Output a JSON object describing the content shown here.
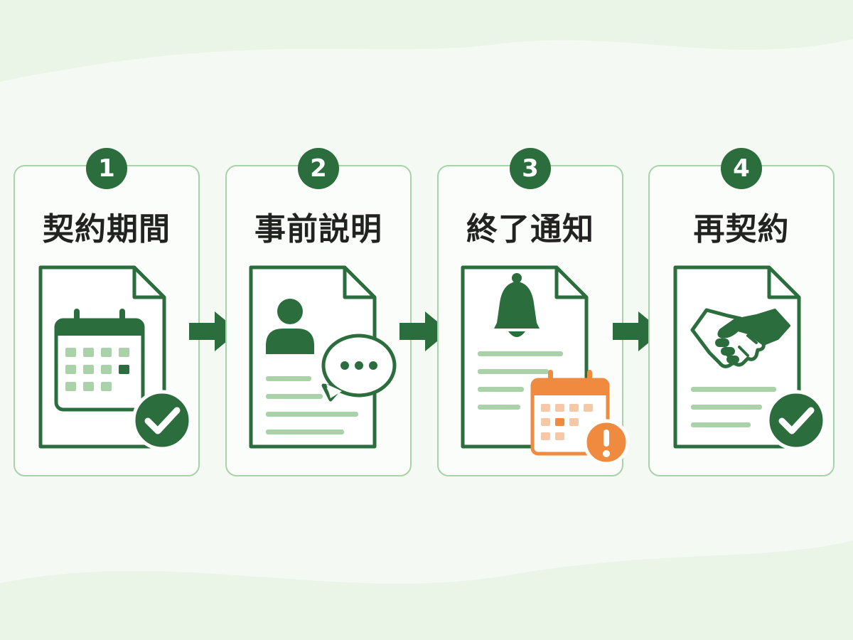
{
  "colors": {
    "primary": "#2b6d3c",
    "light": "#a9d2a9",
    "card_border": "#a8d2a8",
    "accent": "#ef8a3f",
    "accent_light": "#f7c8a6",
    "background": "#f4faf3"
  },
  "steps": [
    {
      "number": "1",
      "title": "契約期間",
      "icon": "calendar-check-document-icon"
    },
    {
      "number": "2",
      "title": "事前説明",
      "icon": "person-speech-bubble-document-icon"
    },
    {
      "number": "3",
      "title": "終了通知",
      "icon": "bell-calendar-alert-document-icon"
    },
    {
      "number": "4",
      "title": "再契約",
      "icon": "handshake-check-document-icon"
    }
  ],
  "connector_icon": "arrow-right-icon"
}
